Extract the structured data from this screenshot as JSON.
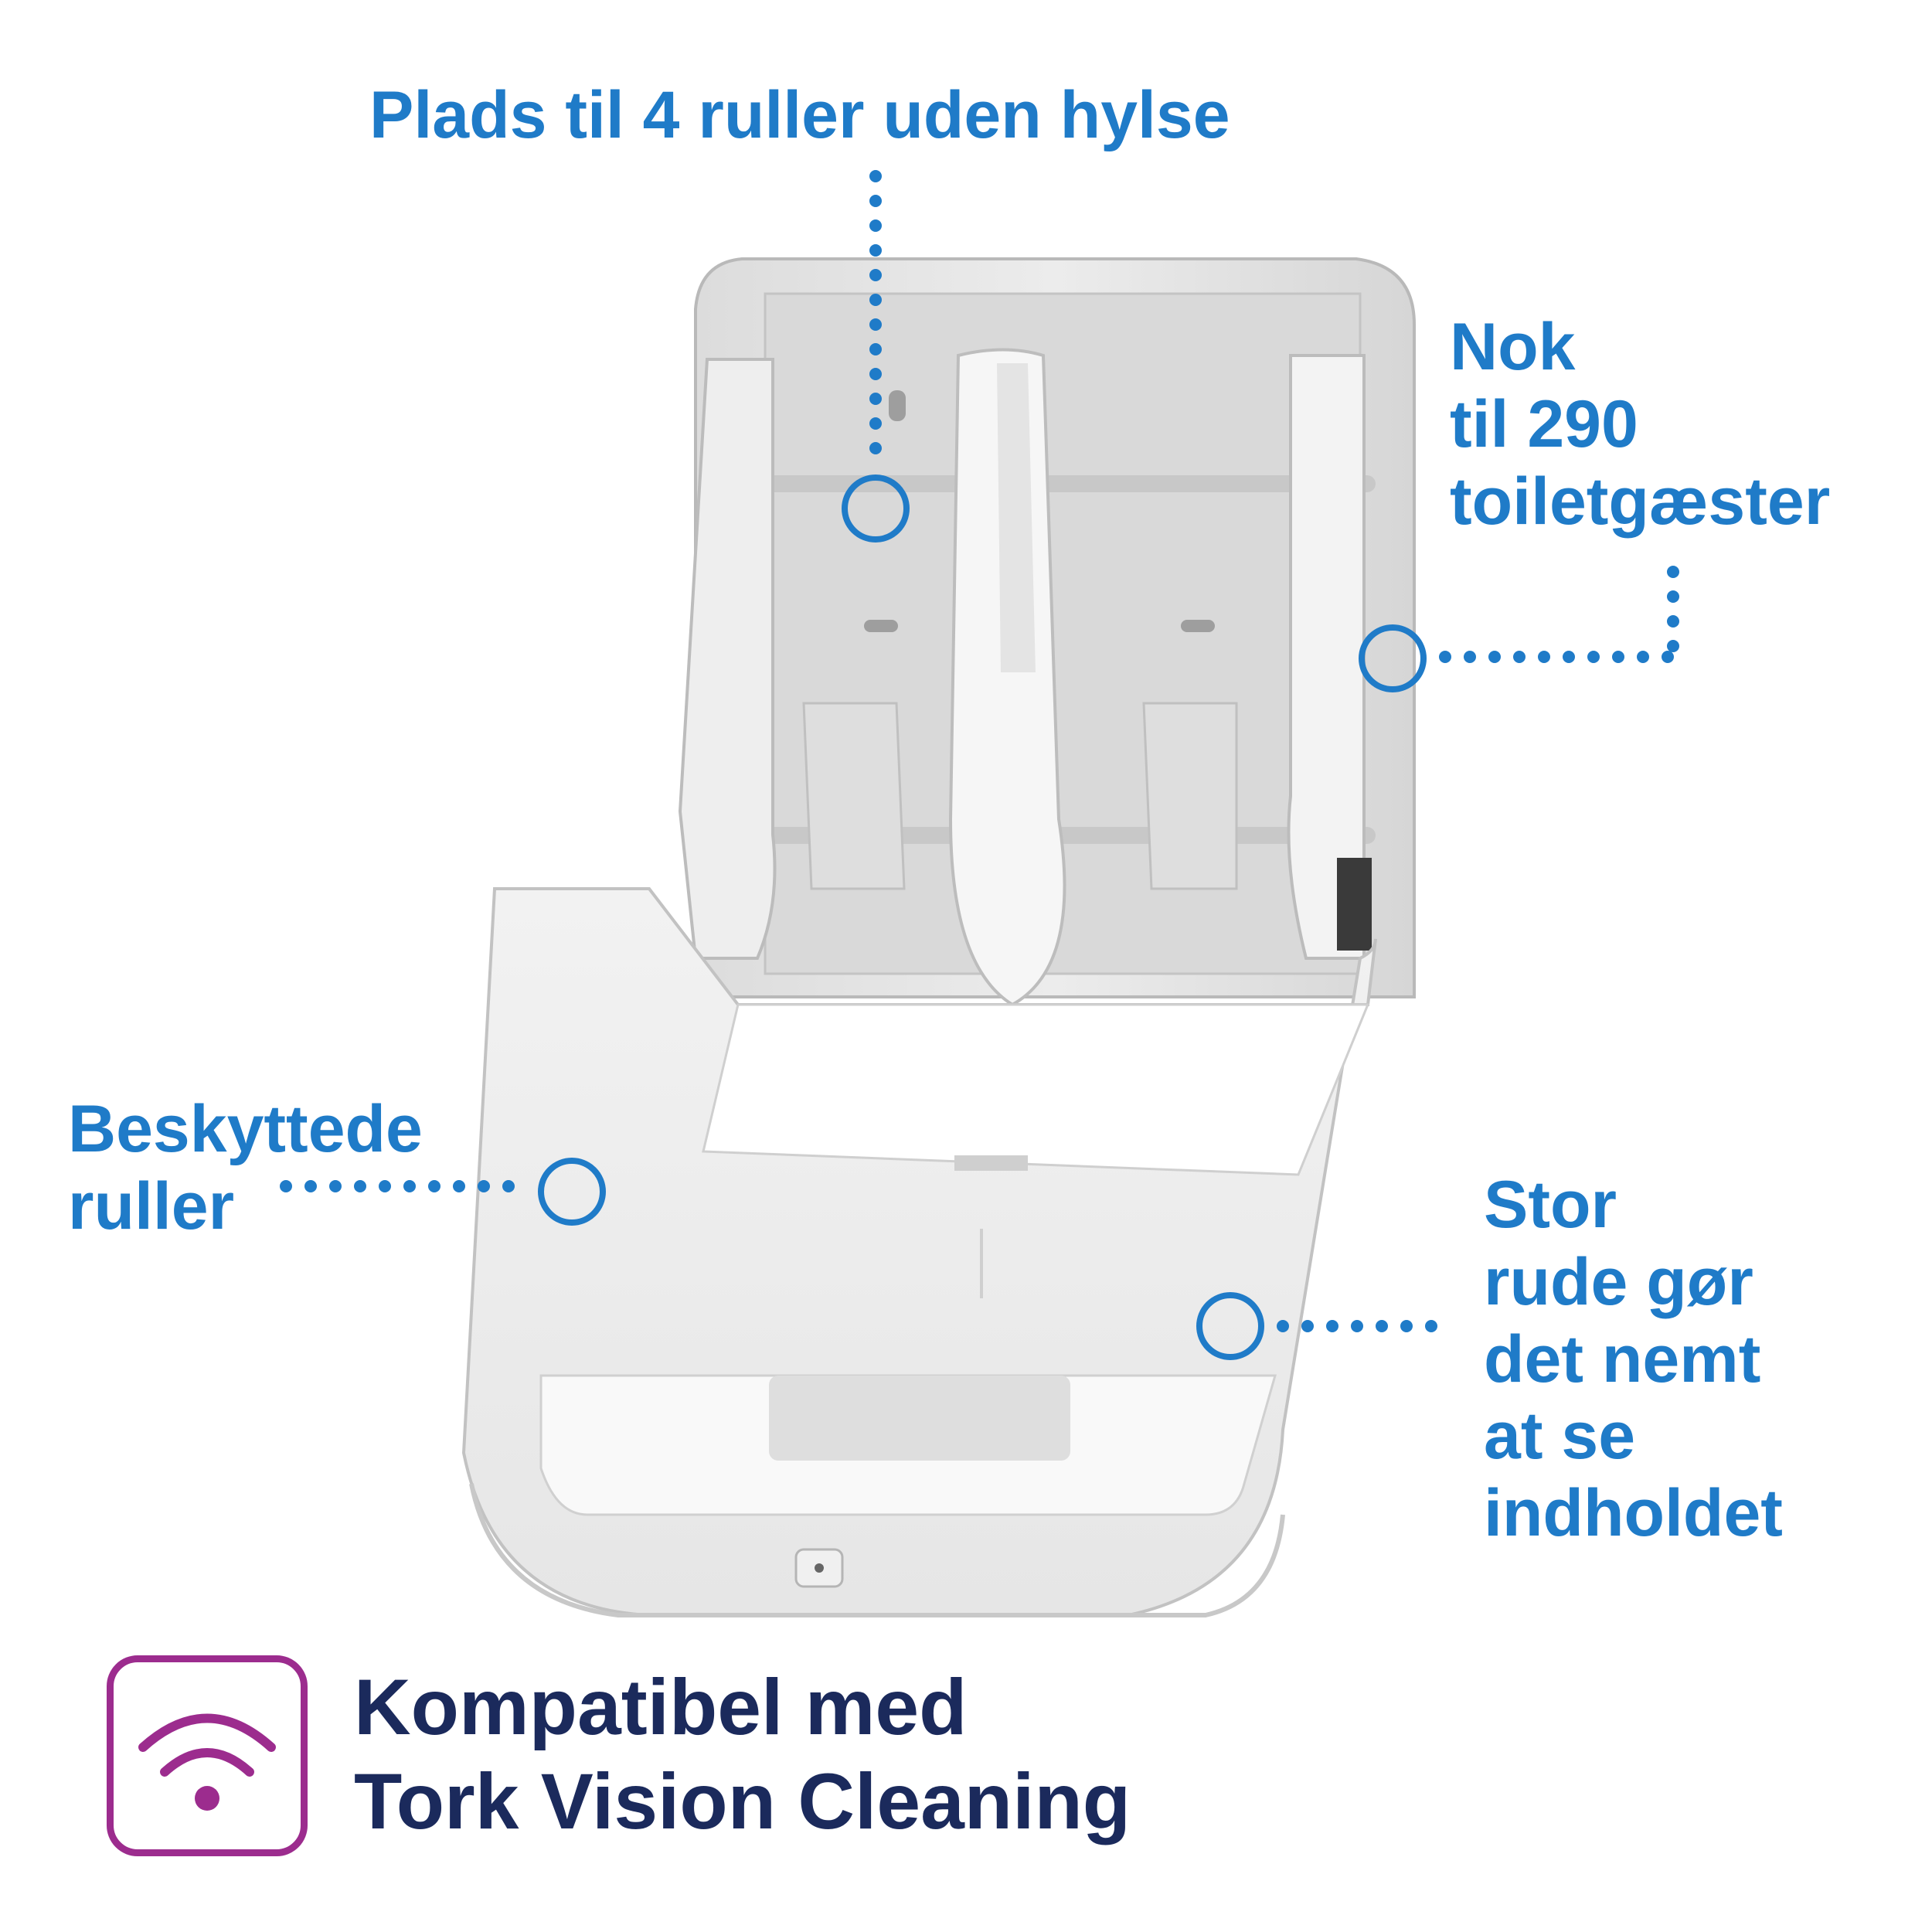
{
  "callouts": {
    "top": "Plads til 4 ruller uden hylse",
    "right_top": [
      "Nok",
      "til 290",
      "toiletgæster"
    ],
    "left": [
      "Beskyttede",
      "ruller"
    ],
    "right_bottom": [
      "Stor",
      "rude gør",
      "det nemt",
      "at se",
      "indholdet"
    ]
  },
  "badge": {
    "text": [
      "Kompatibel med",
      "Tork Vision Cleaning"
    ],
    "icon": "wifi-signal-icon",
    "color": "#9c2c8e"
  },
  "colors": {
    "callout": "#1f7bc8",
    "badge_text": "#1b2a5c"
  },
  "product": {
    "icon": "toilet-roll-dispenser-illustration"
  }
}
